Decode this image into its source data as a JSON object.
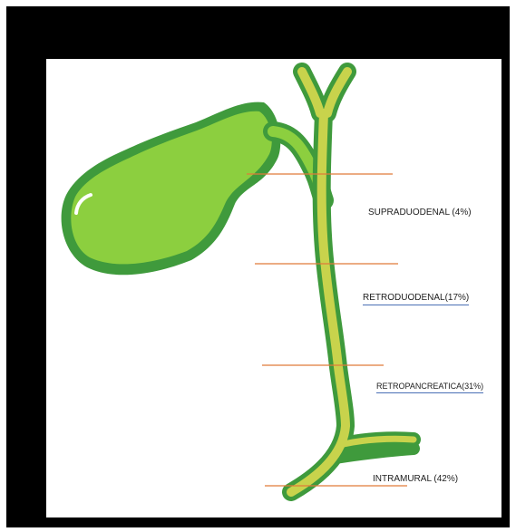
{
  "diagram": {
    "colors": {
      "outer_frame": "#000000",
      "background": "#ffffff",
      "gallbladder_fill": "#8ccf3f",
      "gallbladder_outline": "#3f9a3c",
      "duct_fill": "#c8d34c",
      "duct_outline": "#3f9a3c",
      "level_lines": "#e07b39",
      "label_underline": "#4a6fb5",
      "highlight": "#ffffff"
    },
    "segments": [
      {
        "id": "supraduodenal",
        "label": "SUPRADUODENAL (4%)"
      },
      {
        "id": "retroduodenal",
        "label": "RETRODUODENAL(17%)"
      },
      {
        "id": "retropancreatica",
        "label": "RETROPANCREATICA(31%)"
      },
      {
        "id": "intramural",
        "label": "INTRAMURAL (42%)"
      }
    ]
  }
}
